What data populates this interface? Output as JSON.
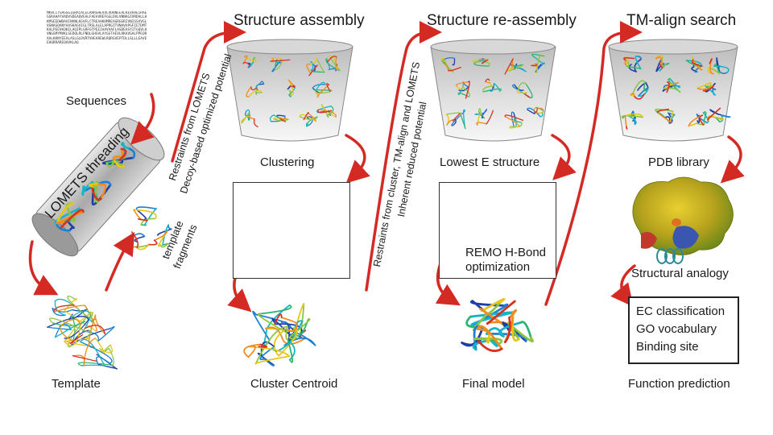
{
  "sequences": {
    "label": "Sequences",
    "text": "MKVLITGAGSGIGRAIALELARRGHEVVLVDRNEEALKEVAAEIRAEGGKAHAYVADVSDEAQVEALFAEAVREFGGLDVLVNNAGIVRDALLHKMSEEDWDAVINVNLKGVFLCTREAAKHMREAGRGGRIVNISSVVGLVGNAGQANYAASKAGVIGLTRSLALELAPRGITVNAVAPGFIETDMTKALPEEVKQKILAQIPLGRFGTPEEIAAVVAFLASDEASYITGQVLHVNGGMYMVKLSEDQLRLFNDLGHSVLAYGGTAEVLRKAVGALPPEQRAALKKNYEEALASLGLDVRTVHEAREWLRQRGVEPTDLLSLLLEAVEEHQRRAREQAVKLAQ"
  },
  "labels": {
    "structure_assembly": "Structure assembly",
    "structure_reassembly": "Structure re-assembly",
    "tm_align_search": "TM-align search",
    "clustering": "Clustering",
    "lowest_e_structure": "Lowest E structure",
    "pdb_library": "PDB library",
    "remo_line1": "REMO H-Bond",
    "remo_line2": "optimization",
    "structural_analogy": "Structural analogy",
    "template": "Template",
    "cluster_centroid": "Cluster Centroid",
    "final_model": "Final model",
    "function_prediction": "Function prediction",
    "lomets_threading": "LOMETS threading",
    "template_fragments_line1": "template",
    "template_fragments_line2": "fragments",
    "restraints_lomets_line1": "Restraints from LOMETS",
    "restraints_lomets_line2": "Decoy-based optimized potential",
    "restraints_cluster_line1": "Restraints from cluster, TM-align and LOMETS",
    "restraints_cluster_line2": "Inherent reduced potential"
  },
  "function_box": {
    "items": [
      "EC classification",
      "GO vocabulary",
      "Binding site"
    ]
  },
  "colors": {
    "arrow": "#d42a24",
    "bucket_top": "#c9c9c9",
    "bucket_bottom": "#f4f4f4"
  }
}
